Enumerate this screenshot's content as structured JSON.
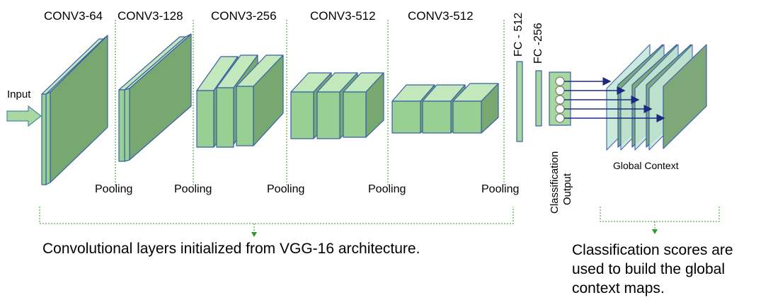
{
  "layers": [
    {
      "label": "CONV3-64"
    },
    {
      "label": "CONV3-128"
    },
    {
      "label": "CONV3-256"
    },
    {
      "label": "CONV3-512"
    },
    {
      "label": "CONV3-512"
    }
  ],
  "pooling_labels": [
    "Pooling",
    "Pooling",
    "Pooling",
    "Pooling",
    "Pooling"
  ],
  "fc_labels": [
    "FC - 512",
    "FC -256"
  ],
  "input_label": "Input",
  "classification_output": [
    "Classification",
    "Output"
  ],
  "global_context_label": "Global Context",
  "caption_conv": "Convolutional layers initialized from VGG-16 architecture.",
  "caption_global": [
    "Classification scores are",
    "used to build the global",
    "context maps."
  ],
  "colors": {
    "fill": "#a8d8a0",
    "front": "#98cf92",
    "top": "#c3e8bc",
    "side": "#76a870",
    "edge": "#3a5fa8",
    "dotted": "#2e9a2e",
    "arrow": "#1a2a80",
    "map_front": "#7fa87a",
    "map_light": "#c5e8d8"
  }
}
